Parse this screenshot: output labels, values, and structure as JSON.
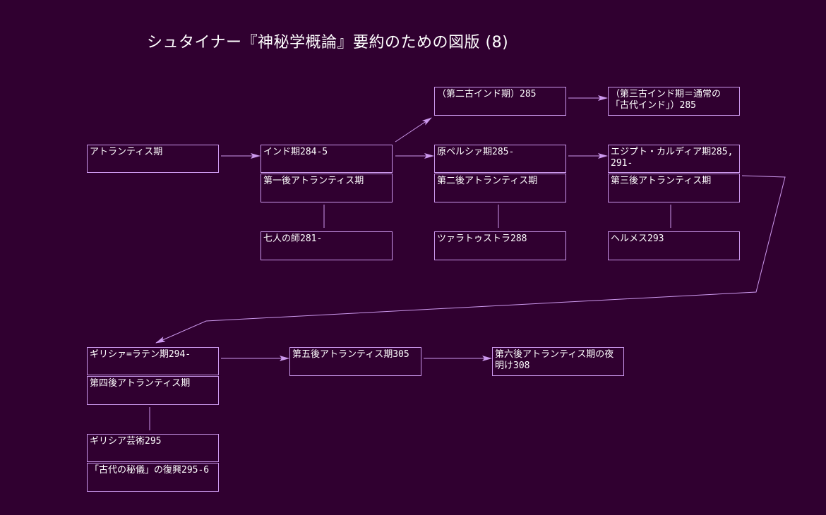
{
  "title": "シュタイナー『神秘学概論』要約のための図版 (8)",
  "colors": {
    "background": "#300030",
    "line": "#cc99ee",
    "text": "#ffffff"
  },
  "nodes": {
    "atlantis": "アトランティス期",
    "india": "インド期284-5",
    "first_post": "第一後アトランティス期",
    "seven_masters": "七人の師281-",
    "second_old_india": "（第二古インド期）285",
    "third_old_india": "（第三古インド期＝通常の「古代インド」）285",
    "proto_persia": "原ペルシァ期285-",
    "second_post": "第二後アトランティス期",
    "zarathustra": "ツァラトゥストラ288",
    "egypt": "エジプト・カルディア期285,291-",
    "third_post": "第三後アトランティス期",
    "hermes": "ヘルメス293",
    "greco_latin": "ギリシァ=ラテン期294-",
    "fourth_post": "第四後アトランティス期",
    "greek_art": "ギリシア芸術295",
    "mysteries_revival": "「古代の秘儀」の復興295-6",
    "fifth_post": "第五後アトランティス期305",
    "sixth_post": "第六後アトランティス期の夜明け308"
  }
}
